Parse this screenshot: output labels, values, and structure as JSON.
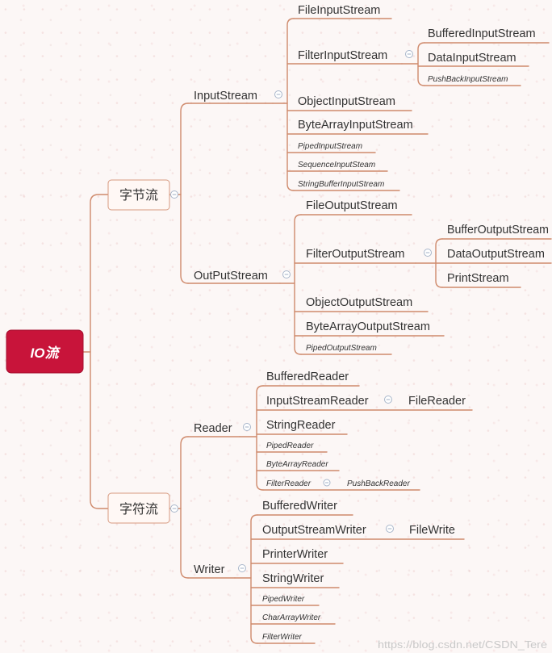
{
  "colors": {
    "background": "#fcf7f6",
    "root_fill": "#c8143a",
    "branch_line": "#cf8a6c",
    "label_text": "#333333",
    "collapse_toggle": "#a8b6ca",
    "watermark": "#c9c9c9"
  },
  "icons": {
    "collapse_toggle": "minus-circle-icon"
  },
  "root": {
    "label": "IO流"
  },
  "byte_stream": {
    "label": "字节流",
    "input_stream": {
      "label": "InputStream",
      "children": [
        {
          "label": "FileInputStream"
        },
        {
          "label": "FilterInputStream",
          "children": [
            {
              "label": "BufferedInputStream"
            },
            {
              "label": "DataInputStream"
            },
            {
              "label": "PushBackInputStream"
            }
          ]
        },
        {
          "label": "ObjectInputStream"
        },
        {
          "label": "ByteArrayInputStream"
        },
        {
          "label": "PipedInputStream"
        },
        {
          "label": "SequenceInputSteam"
        },
        {
          "label": "StringBufferInputStream"
        }
      ]
    },
    "output_stream": {
      "label": "OutPutStream",
      "children": [
        {
          "label": "FileOutputStream"
        },
        {
          "label": "FilterOutputStream",
          "children": [
            {
              "label": "BufferOutputStream"
            },
            {
              "label": "DataOutputStream"
            },
            {
              "label": "PrintStream"
            }
          ]
        },
        {
          "label": "ObjectOutputStream"
        },
        {
          "label": "ByteArrayOutputStream"
        },
        {
          "label": "PipedOutputStream"
        }
      ]
    }
  },
  "char_stream": {
    "label": "字符流",
    "reader": {
      "label": "Reader",
      "children": [
        {
          "label": "BufferedReader"
        },
        {
          "label": "InputStreamReader",
          "children": [
            {
              "label": "FileReader"
            }
          ]
        },
        {
          "label": "StringReader"
        },
        {
          "label": "PipedReader"
        },
        {
          "label": "ByteArrayReader"
        },
        {
          "label": "FilterReader",
          "children": [
            {
              "label": "PushBackReader"
            }
          ]
        }
      ]
    },
    "writer": {
      "label": "Writer",
      "children": [
        {
          "label": "BufferedWriter"
        },
        {
          "label": "OutputStreamWriter",
          "children": [
            {
              "label": "FileWrite"
            }
          ]
        },
        {
          "label": "PrinterWriter"
        },
        {
          "label": "StringWriter"
        },
        {
          "label": "PipedWriter"
        },
        {
          "label": "CharArrayWriter"
        },
        {
          "label": "FilterWriter"
        }
      ]
    }
  },
  "watermark": "https://blog.csdn.net/CSDN_Tere"
}
